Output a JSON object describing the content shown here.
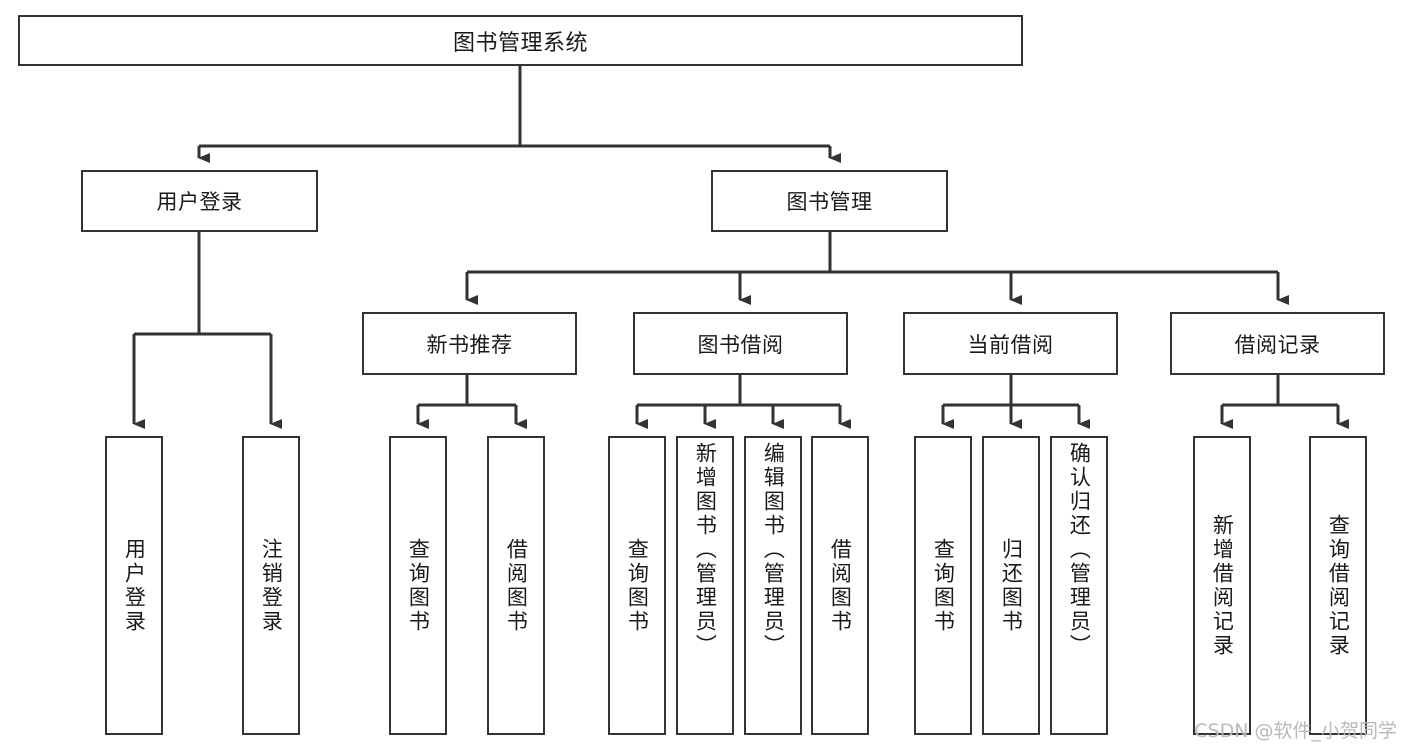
{
  "diagram": {
    "title": "图书管理系统",
    "watermark": "CSDN @软件_小贺同学",
    "colors": {
      "box_border": "#333333",
      "box_fill": "#ffffff",
      "connector": "#333333",
      "text": "#1a1a1a",
      "watermark": "#b9b9b9"
    },
    "root": {
      "label": "图书管理系统"
    },
    "level2": [
      {
        "label": "用户登录"
      },
      {
        "label": "图书管理"
      }
    ],
    "level3": [
      {
        "label": "新书推荐"
      },
      {
        "label": "图书借阅"
      },
      {
        "label": "当前借阅"
      },
      {
        "label": "借阅记录"
      }
    ],
    "leaves": {
      "user_login": [
        {
          "label": "用户登录"
        },
        {
          "label": "注销登录"
        }
      ],
      "new_book_recommend": [
        {
          "label": "查询图书"
        },
        {
          "label": "借阅图书"
        }
      ],
      "book_borrow": [
        {
          "label": "查询图书"
        },
        {
          "label": "新增图书（管理员）"
        },
        {
          "label": "编辑图书（管理员）"
        },
        {
          "label": "借阅图书"
        }
      ],
      "current_borrow": [
        {
          "label": "查询图书"
        },
        {
          "label": "归还图书"
        },
        {
          "label": "确认归还（管理员）"
        }
      ],
      "borrow_record": [
        {
          "label": "新增借阅记录"
        },
        {
          "label": "查询借阅记录"
        }
      ]
    }
  }
}
